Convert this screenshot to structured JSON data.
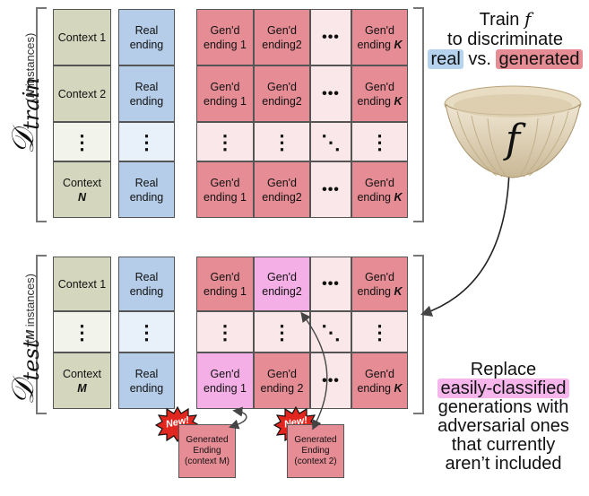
{
  "train": {
    "label_main": "𝒟",
    "label_sub": "train",
    "count_label": "instances",
    "count_var": "N",
    "rows": [
      {
        "context": "Context 1",
        "real": "Real\nending",
        "gens": [
          "Gen'd\nending 1",
          "Gen'd\nending2",
          "•••",
          "Gen'd\nending"
        ],
        "k": "K"
      },
      {
        "context": "Context 2",
        "real": "Real\nending",
        "gens": [
          "Gen'd\nending 1",
          "Gen'd\nending2",
          "•••",
          "Gen'd\nending"
        ],
        "k": "K"
      },
      {
        "context": "⋮",
        "real": "⋮",
        "gens": [
          "⋮",
          "⋮",
          "⋱",
          "⋮"
        ],
        "k": ""
      },
      {
        "context": "Context",
        "context_var": "N",
        "real": "Real\nending",
        "gens": [
          "Gen'd\nending 1",
          "Gen'd\nending2",
          "•••",
          "Gen'd\nending"
        ],
        "k": "K"
      }
    ]
  },
  "test": {
    "label_main": "𝒟",
    "label_sub": "test",
    "count_label": "instances",
    "count_var": "M",
    "rows": [
      {
        "context": "Context 1",
        "real": "Real\nending",
        "gens": [
          "Gen'd\nending 1",
          "Gen'd\nending2",
          "•••",
          "Gen'd\nending"
        ],
        "k": "K"
      },
      {
        "context": "⋮",
        "real": "⋮",
        "gens": [
          "⋮",
          "⋮",
          "⋱",
          "⋮"
        ],
        "k": ""
      },
      {
        "context": "Context",
        "context_var": "M",
        "real": "Real\nending",
        "gens": [
          "Gen'd\nending 1",
          "Gen'd\nending 2",
          "•••",
          "Gen'd\nending"
        ],
        "k": "K"
      }
    ]
  },
  "train_text": {
    "line1_a": "Train ",
    "line1_f": "f",
    "line2": "to discriminate",
    "real": "real",
    "vs": " vs. ",
    "generated": "generated"
  },
  "filter_symbol": "f",
  "replace_text": {
    "line1": "Replace",
    "highlight": "easily-classified",
    "line3": "generations with",
    "line4": "adversarial ones",
    "line5": "that currently",
    "line6": "aren’t included"
  },
  "new_items": [
    {
      "badge": "New!",
      "text": "Generated\nEnding\n(context M)"
    },
    {
      "badge": "New!",
      "text": "Generated\nEnding\n(context 2)"
    }
  ],
  "colors": {
    "context": "#d4d7bd",
    "real": "#b5cde8",
    "generated": "#e58c95",
    "adversarial": "#f4b0e6",
    "badge": "#e0261e"
  },
  "icons": [
    "coffee-filter-icon",
    "new-burst-icon",
    "arrow-icon"
  ]
}
